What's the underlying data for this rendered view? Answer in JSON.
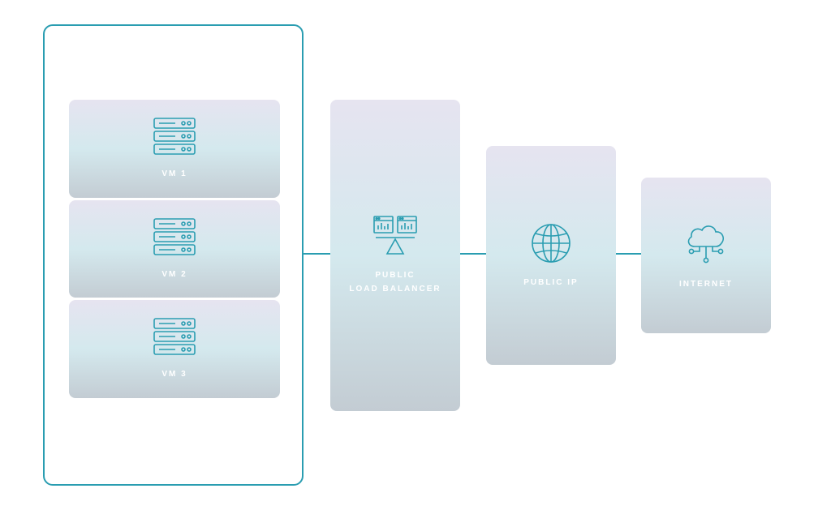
{
  "colors": {
    "accent": "#2a9db1",
    "card_top": "#e6e4f0",
    "card_mid": "#d4e9ee",
    "card_bottom": "#c3ccd3",
    "label": "#ffffff"
  },
  "vms": [
    {
      "label": "VM 1",
      "icon": "server-icon"
    },
    {
      "label": "VM 2",
      "icon": "server-icon"
    },
    {
      "label": "VM 3",
      "icon": "server-icon"
    }
  ],
  "load_balancer": {
    "label_line1": "PUBLIC",
    "label_line2": "LOAD BALANCER",
    "icon": "load-balancer-icon"
  },
  "public_ip": {
    "label": "PUBLIC IP",
    "icon": "globe-icon"
  },
  "internet": {
    "label": "INTERNET",
    "icon": "cloud-network-icon"
  }
}
